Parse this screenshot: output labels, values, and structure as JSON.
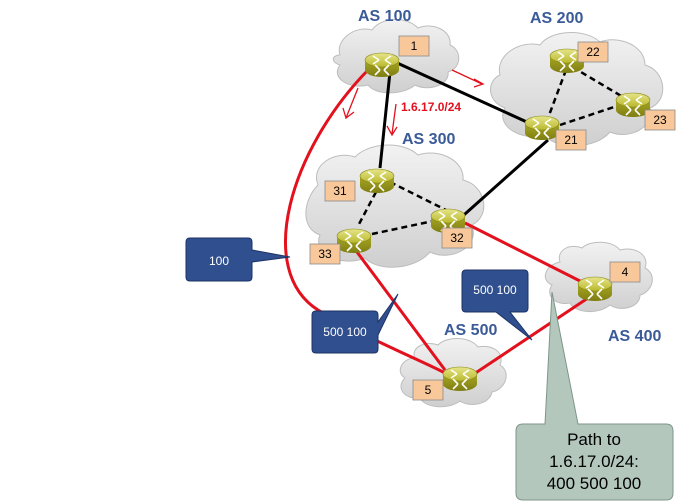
{
  "as_labels": {
    "as100": "AS 100",
    "as200": "AS 200",
    "as300": "AS 300",
    "as400": "AS 400",
    "as500": "AS 500"
  },
  "router_labels": {
    "r1": "1",
    "r22": "22",
    "r23": "23",
    "r21": "21",
    "r31": "31",
    "r32": "32",
    "r33": "33",
    "r4": "4",
    "r5": "5"
  },
  "prefix_label": "1.6.17.0/24",
  "callouts": {
    "c100": "100",
    "c500100_left": "500 100",
    "c500100_right": "500 100"
  },
  "path_box": {
    "line1": "Path to",
    "line2": "1.6.17.0/24:",
    "line3": "400 500 100"
  },
  "colors": {
    "as_text": "#3a5a98",
    "red_link": "#e3111e",
    "black_link": "#000000",
    "callout_fill": "#2f4f8f",
    "path_box_fill": "#b4c7bd",
    "router_body": "#b2b32a",
    "label_fill": "#f8c89a",
    "cloud_fill": "#e0e0e0",
    "prefix_text": "#e3111e"
  }
}
